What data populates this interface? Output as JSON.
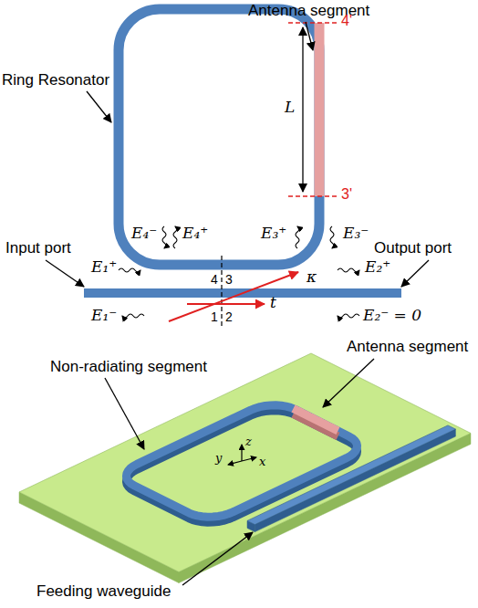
{
  "diagram": {
    "labels": [
      "Antenna segment",
      "4'",
      "Ring Resonator",
      "L",
      "3'",
      "Input port",
      "Output port",
      "E₄⁻",
      "E₄⁺",
      "E₃⁺",
      "E₃⁻",
      "E₁⁺",
      "4",
      "3",
      "κ",
      "E₂⁺",
      "t",
      "E₁⁻",
      "1",
      "2",
      "E₂⁻ = 0",
      "Non-radiating segment",
      "Antenna segment",
      "y",
      "z",
      "x",
      "Feeding waveguide"
    ]
  }
}
